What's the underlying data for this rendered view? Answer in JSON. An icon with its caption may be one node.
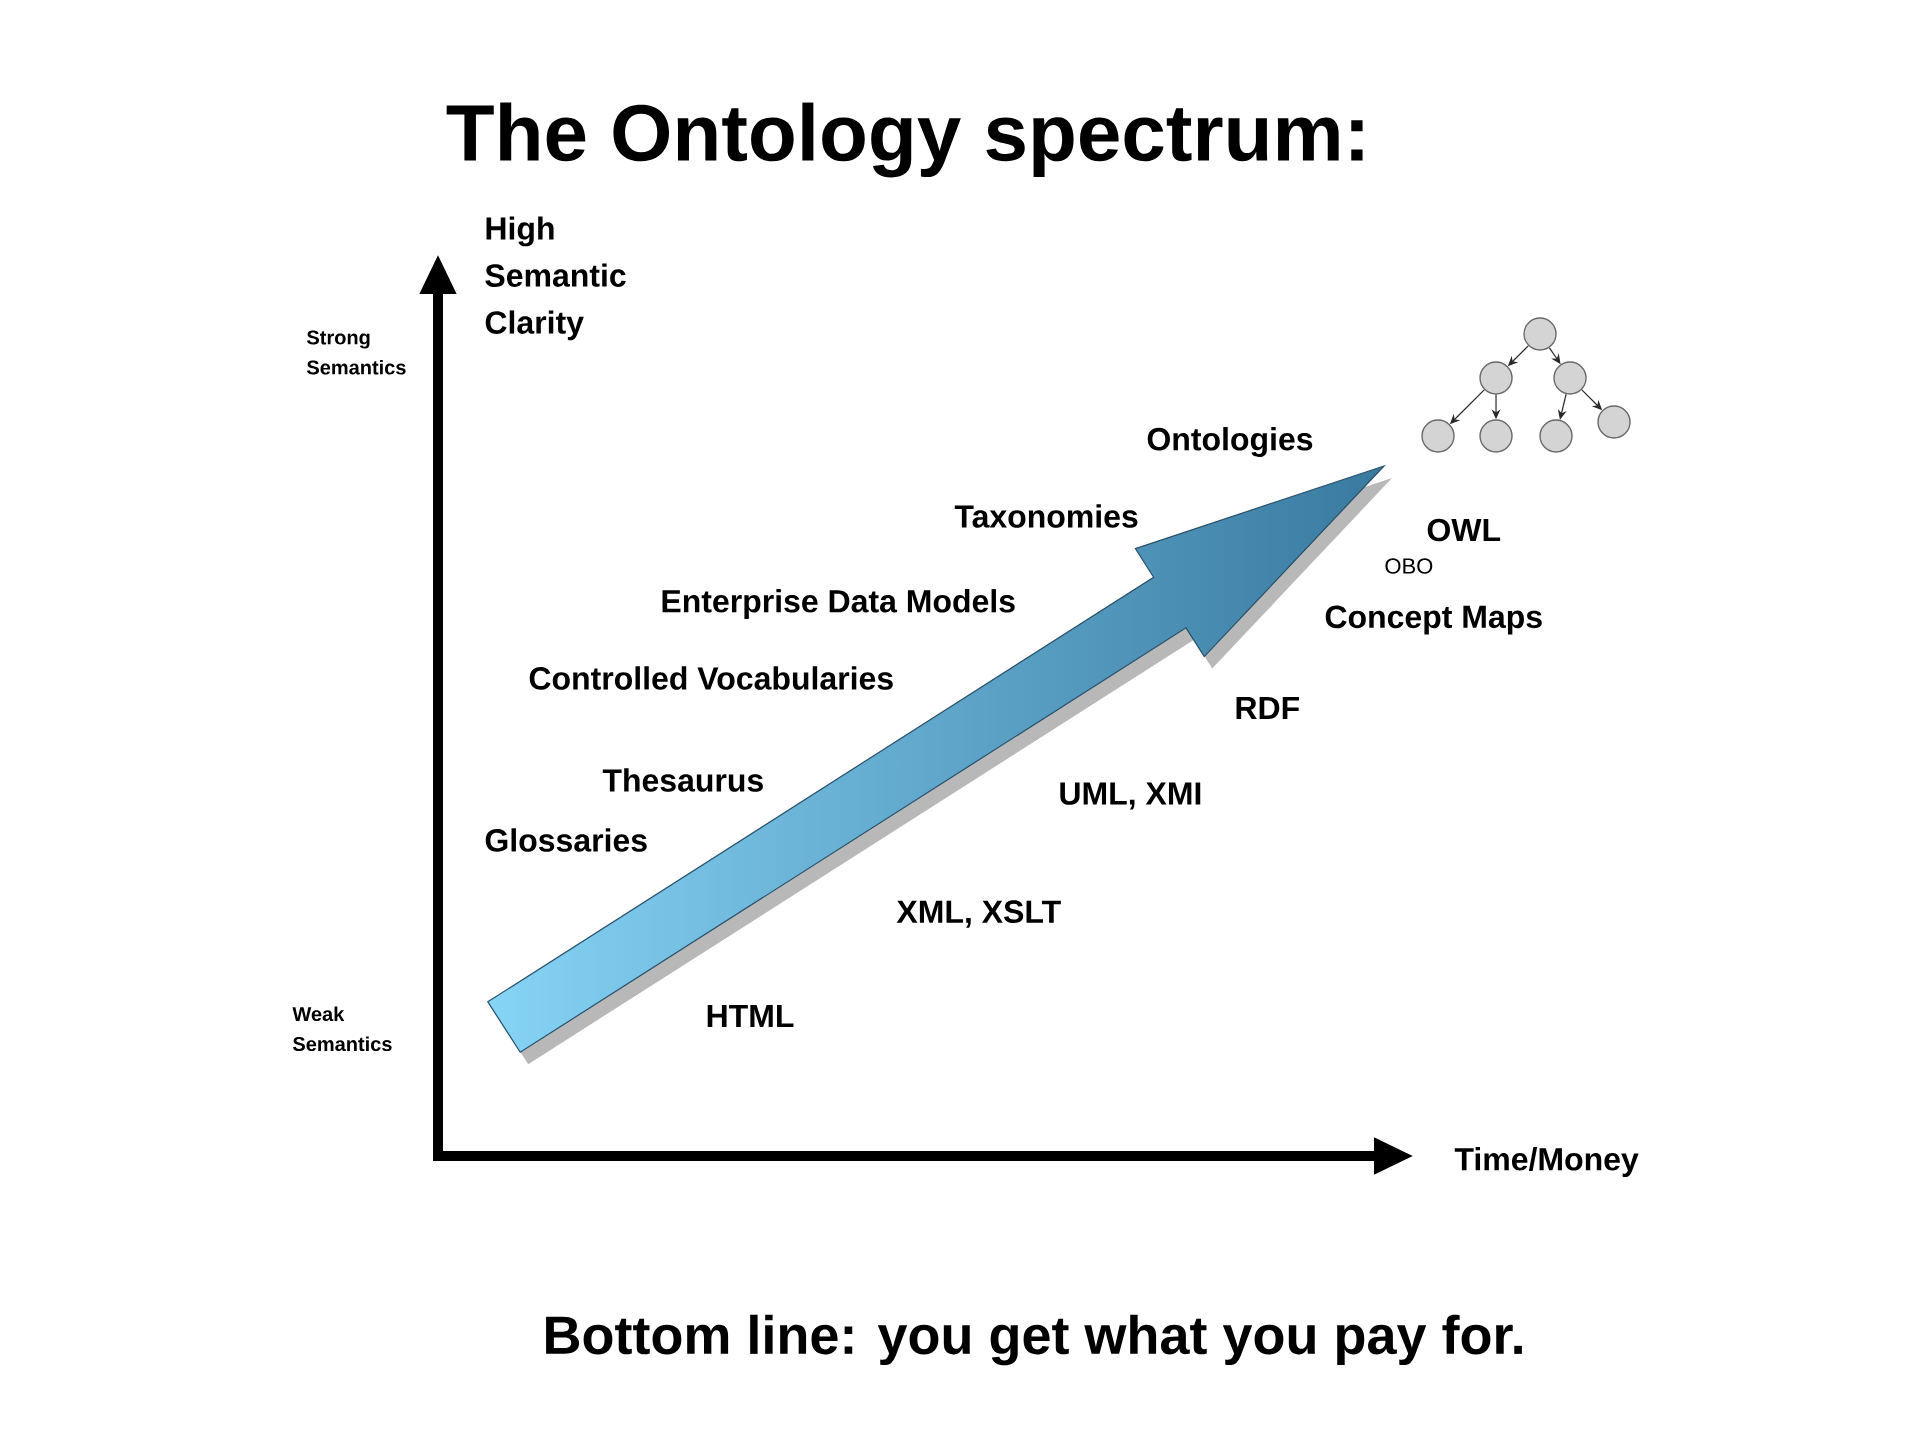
{
  "diagram": {
    "title": "The Ontology spectrum:",
    "caption": "Bottom line: you get what you pay for.",
    "nodes": [
      {
        "text": [],
        "shape": "circle"
      },
      {
        "text": [],
        "shape": "circle"
      },
      {
        "text": [],
        "shape": "circle"
      },
      {
        "text": [],
        "shape": "circle"
      },
      {
        "text": [],
        "shape": "circle"
      },
      {
        "text": [],
        "shape": "circle"
      },
      {
        "text": [],
        "shape": "circle"
      }
    ],
    "edges": [
      {
        "from": 0,
        "to": 1,
        "arrow": "to"
      },
      {
        "from": 0,
        "to": 2,
        "arrow": "to"
      },
      {
        "from": 1,
        "to": 3,
        "arrow": "to"
      },
      {
        "from": 1,
        "to": 4,
        "arrow": "to"
      },
      {
        "from": 2,
        "to": 5,
        "arrow": "to"
      },
      {
        "from": 2,
        "to": 6,
        "arrow": "to"
      }
    ],
    "labels": [
      "High Semantic Clarity",
      "Strong Semantics",
      "Ontologies",
      "Taxonomies",
      "OWL",
      "OBO",
      "Enterprise Data Models",
      "Concept Maps",
      "Controlled Vocabularies",
      "RDF",
      "Thesaurus",
      "UML, XMI",
      "Glossaries",
      "XML, XSLT",
      "HTML",
      "Weak Semantics",
      "Time/Money"
    ]
  }
}
